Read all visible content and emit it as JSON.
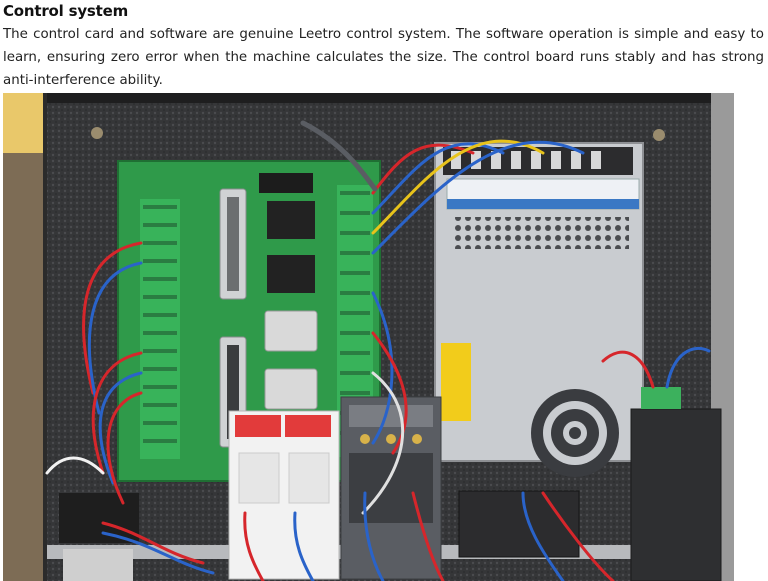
{
  "document": {
    "title": "Control system",
    "body": "The control card and software are genuine Leetro control system. The software operation is simple and easy to learn, ensuring zero error when the machine calculates the size. The control board runs stably and has strong anti-interference ability."
  },
  "photo": {
    "subject": "electrical-cabinet",
    "colors": {
      "cabinet": "#3b3b3d",
      "pcb": "#2f9a4a",
      "terminal": "#38b35a",
      "psu": "#c9ccd0",
      "relay": "#d9d9d9",
      "breaker": "#f2f2f2",
      "breaker_red": "#e23b3b",
      "contactor": "#5a5d63",
      "wire_red": "#d6262b",
      "wire_blue": "#2a63c9"
    }
  }
}
